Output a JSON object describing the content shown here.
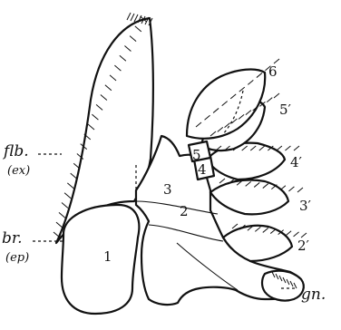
{
  "labels": {
    "flb": "flb.",
    "ex": "(ex)",
    "br": "br.",
    "ep": "(ep)",
    "gn": "gn."
  },
  "numbers": {
    "n1": "1",
    "n2": "2",
    "n3": "3",
    "n4": "4",
    "n5": "5",
    "n6": "6",
    "n2p": "2′",
    "n3p": "3′",
    "n4p": "4′",
    "n5p": "5′"
  }
}
